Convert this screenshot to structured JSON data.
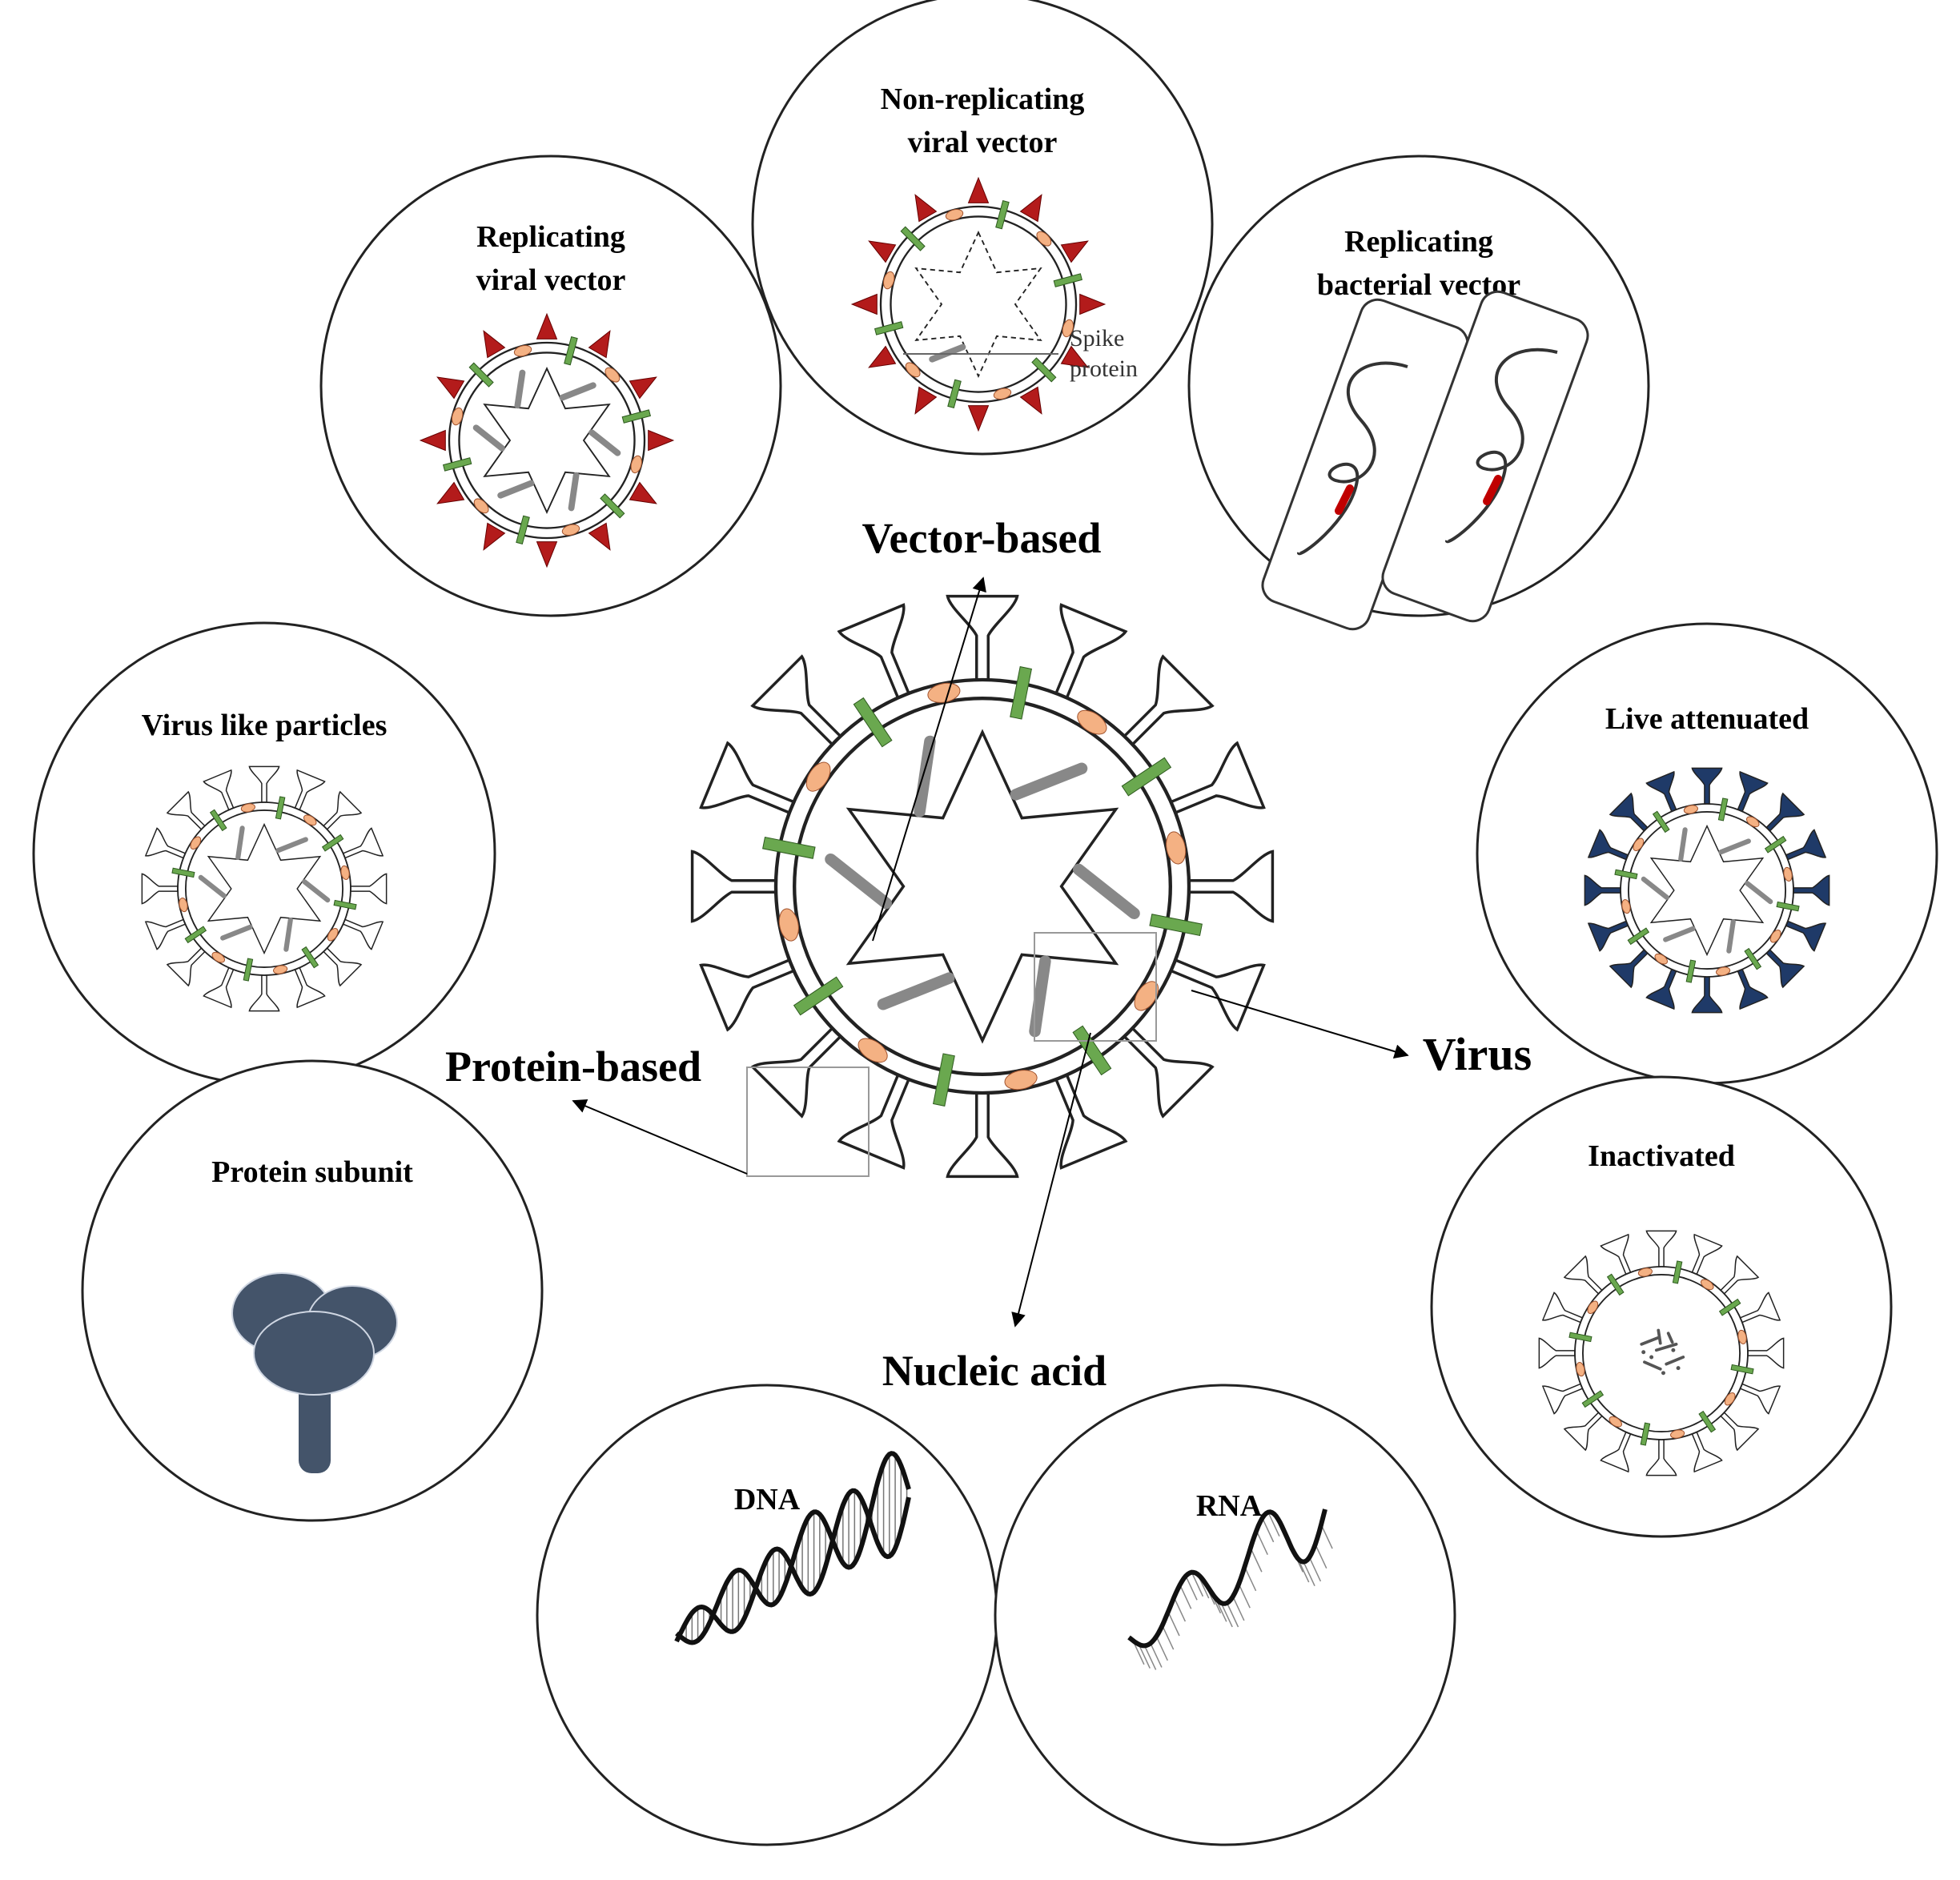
{
  "categories": {
    "vector": "Vector-based",
    "protein": "Protein-based",
    "virus": "Virus",
    "nucleic": "Nucleic acid"
  },
  "panels": {
    "replicating_viral": [
      "Replicating",
      "viral vector"
    ],
    "non_replicating_viral": [
      "Non-replicating",
      "viral vector"
    ],
    "replicating_bacterial": [
      "Replicating",
      "bacterial vector"
    ],
    "vlp": "Virus like particles",
    "protein_subunit": "Protein subunit",
    "live_attenuated": "Live attenuated",
    "inactivated": "Inactivated",
    "dna": "DNA",
    "rna": "RNA"
  },
  "annotations": {
    "spike": [
      "Spike",
      "protein"
    ]
  },
  "colors": {
    "spike_red": "#b31b1b",
    "membrane_green": "#6aa84f",
    "membrane_orange": "#f4b183",
    "glyco_navy": "#1f3a68",
    "subunit_slate": "#44546a",
    "rna_gray": "#888888",
    "bacterial_red": "#c00000"
  },
  "icons": {
    "center": "coronavirus-icon",
    "subunit": "protein-subunit-icon",
    "dna": "dna-helix-icon",
    "rna": "rna-strand-icon",
    "bacteria": "bacteria-icon"
  }
}
